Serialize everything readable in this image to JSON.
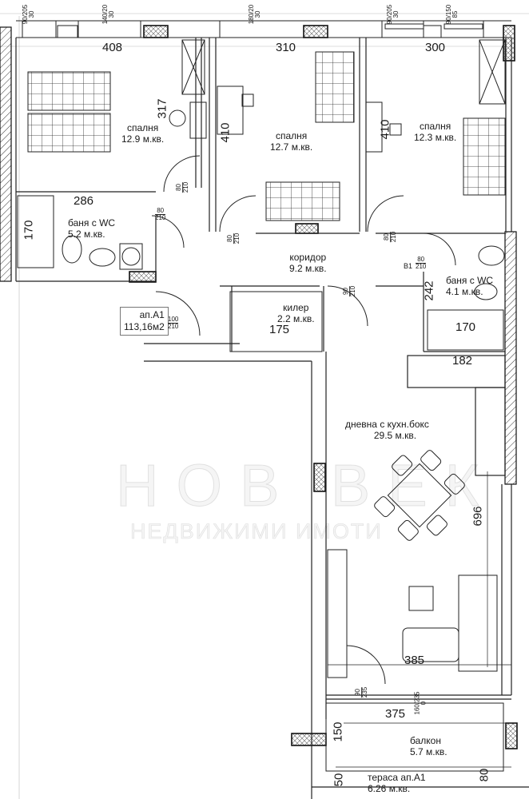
{
  "plan": {
    "apartment": {
      "name": "ап.А1",
      "area": "113,16м2"
    },
    "rooms": [
      {
        "id": "bedroom-1",
        "name": "спалня",
        "area": "12.9 м.кв."
      },
      {
        "id": "bedroom-2",
        "name": "спалня",
        "area": "12.7 м.кв."
      },
      {
        "id": "bedroom-3",
        "name": "спалня",
        "area": "12.3 м.кв."
      },
      {
        "id": "bathroom-1",
        "name": "баня с WC",
        "area": "5.2 м.кв."
      },
      {
        "id": "corridor",
        "name": "коридор",
        "area": "9.2 м.кв."
      },
      {
        "id": "storage",
        "name": "килер",
        "area": "2.2 м.кв."
      },
      {
        "id": "bathroom-2",
        "name": "баня с WC",
        "area": "4.1 м.кв."
      },
      {
        "id": "living-kitchen",
        "name": "дневна с кухн.бокс",
        "area": "29.5 м.кв."
      },
      {
        "id": "balcony",
        "name": "балкон",
        "area": "5.7 м.кв."
      },
      {
        "id": "terrace",
        "name": "тераса ап.А1",
        "area": "6.26 м.кв."
      }
    ],
    "dimensions": {
      "d408": "408",
      "d310": "310",
      "d300": "300",
      "d317": "317",
      "d410a": "410",
      "d410b": "410",
      "d286": "286",
      "d170a": "170",
      "d175": "175",
      "d242": "242",
      "d170b": "170",
      "d182": "182",
      "d696": "696",
      "d385": "385",
      "d375": "375",
      "d150": "150",
      "d50": "50",
      "d80": "80"
    },
    "windows": [
      {
        "id": "w1",
        "size": "90/205",
        "sill": "30"
      },
      {
        "id": "w2",
        "size": "140/20",
        "sill": "30"
      },
      {
        "id": "w3",
        "size": "180/20",
        "sill": "30"
      },
      {
        "id": "w4",
        "size": "90/205",
        "sill": "30"
      },
      {
        "id": "w5",
        "size": "90/150",
        "sill": "85"
      }
    ],
    "doors": {
      "bed1": {
        "w": "80",
        "h": "210"
      },
      "bath1": {
        "w": "80",
        "h": "210"
      },
      "bed2": {
        "w": "80",
        "h": "210"
      },
      "bed3": {
        "w": "80",
        "h": "210"
      },
      "bath2": {
        "tag": "B1",
        "w": "80",
        "h": "210"
      },
      "living": {
        "w": "90",
        "h": "210"
      },
      "entrance": {
        "w": "100",
        "h": "210"
      },
      "balcony": {
        "w": "90",
        "h": "235"
      },
      "balcony_window": {
        "size": "160/235",
        "sill": "0"
      }
    },
    "watermark": {
      "brand": "НОВ ВЕК",
      "tagline": "НЕДВИЖИМИ ИМОТИ"
    }
  }
}
